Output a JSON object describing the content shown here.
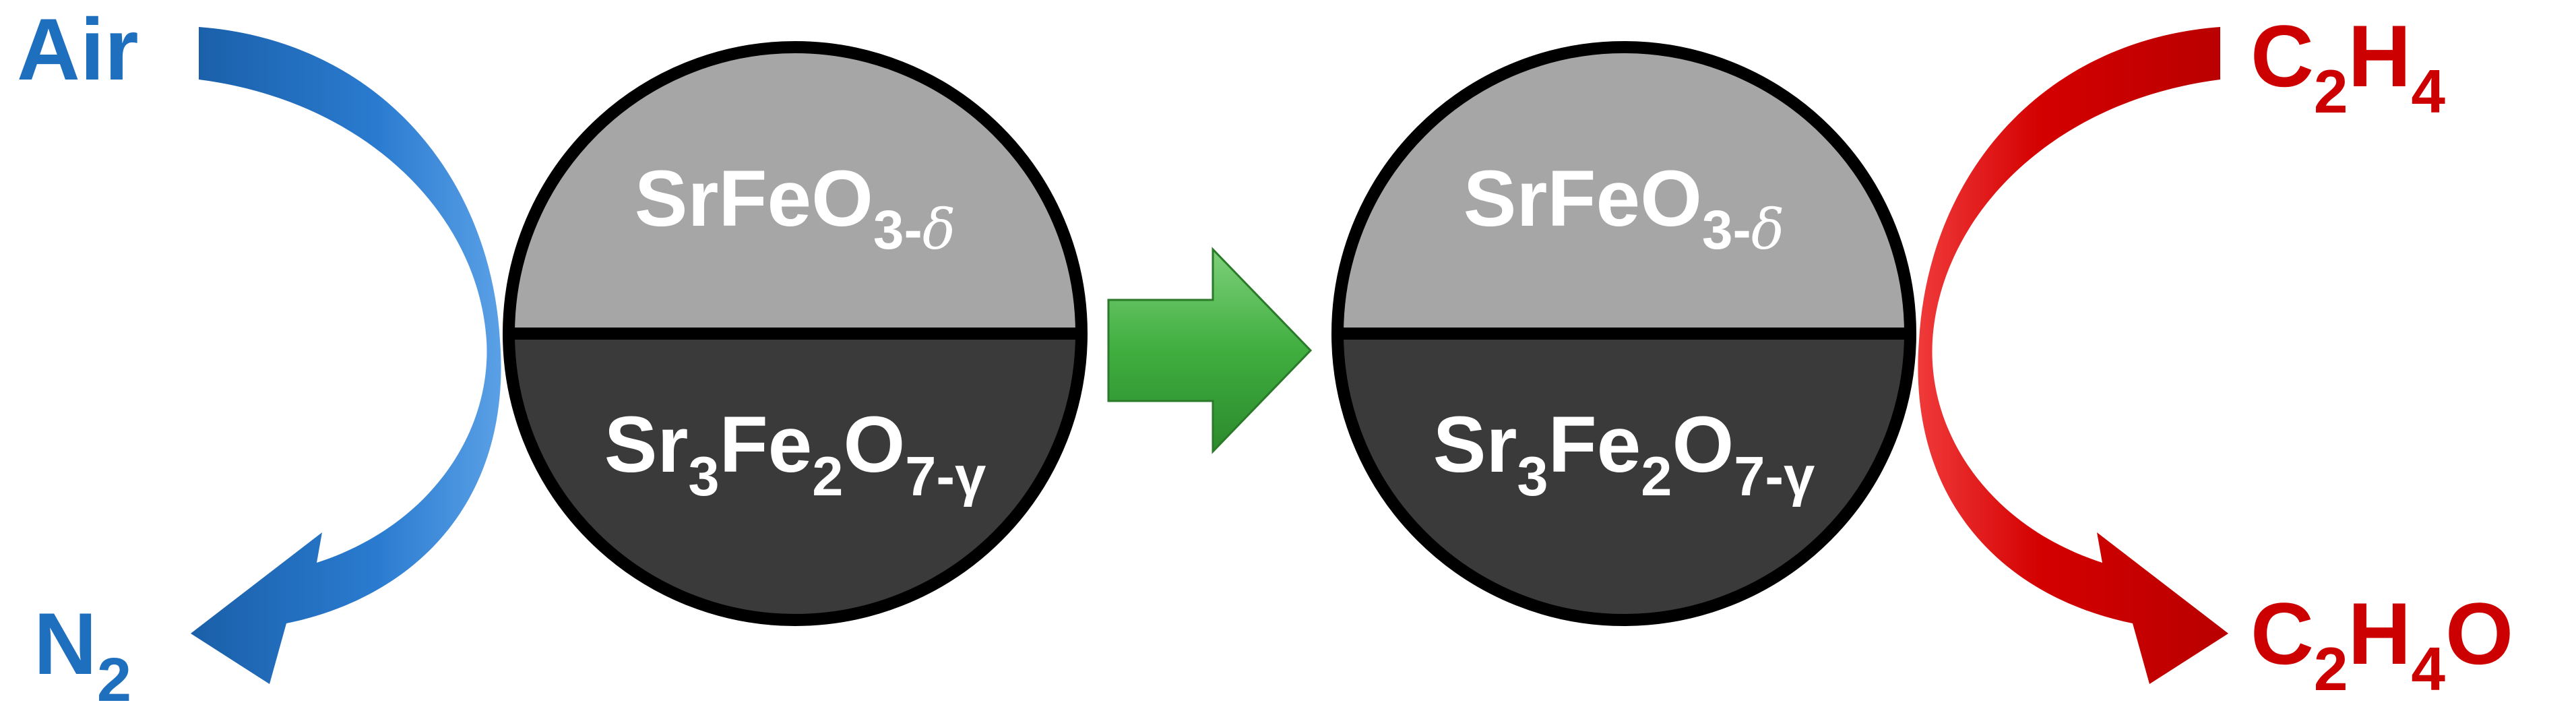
{
  "oxidation_side": {
    "input": {
      "text": "Air"
    },
    "output": {
      "base": "N",
      "sub": "2"
    },
    "color": "#1F6FBF"
  },
  "reduction_side": {
    "input": {
      "parts": [
        {
          "t": "C"
        },
        {
          "t": "2",
          "sub": true
        },
        {
          "t": "H"
        },
        {
          "t": "4",
          "sub": true
        }
      ]
    },
    "output": {
      "parts": [
        {
          "t": "C"
        },
        {
          "t": "2",
          "sub": true
        },
        {
          "t": "H"
        },
        {
          "t": "4",
          "sub": true
        },
        {
          "t": "O"
        }
      ]
    },
    "color": "#CC0000"
  },
  "particles": [
    {
      "top": {
        "base": "SrFeO",
        "sub": "3-",
        "greek": "δ"
      },
      "bottom": {
        "parts": [
          {
            "t": "Sr"
          },
          {
            "t": "3",
            "sub": true
          },
          {
            "t": "Fe"
          },
          {
            "t": "2",
            "sub": true
          },
          {
            "t": "O"
          },
          {
            "t": "7-γ",
            "sub": true
          }
        ]
      }
    },
    {
      "top": {
        "base": "SrFeO",
        "sub": "3-",
        "greek": "δ"
      },
      "bottom": {
        "parts": [
          {
            "t": "Sr"
          },
          {
            "t": "3",
            "sub": true
          },
          {
            "t": "Fe"
          },
          {
            "t": "2",
            "sub": true
          },
          {
            "t": "O"
          },
          {
            "t": "7-γ",
            "sub": true
          }
        ]
      }
    }
  ],
  "colors": {
    "shell_top": "#A6A6A6",
    "core_bottom": "#3A3A3A",
    "outline": "#000000",
    "particle_text": "#FFFFFF",
    "transfer_arrow": "#3FAE3F"
  },
  "icons": {
    "oxidation_arrow": "curved-arrow-icon",
    "reduction_arrow": "curved-arrow-icon",
    "transfer_arrow": "right-arrow-icon"
  }
}
